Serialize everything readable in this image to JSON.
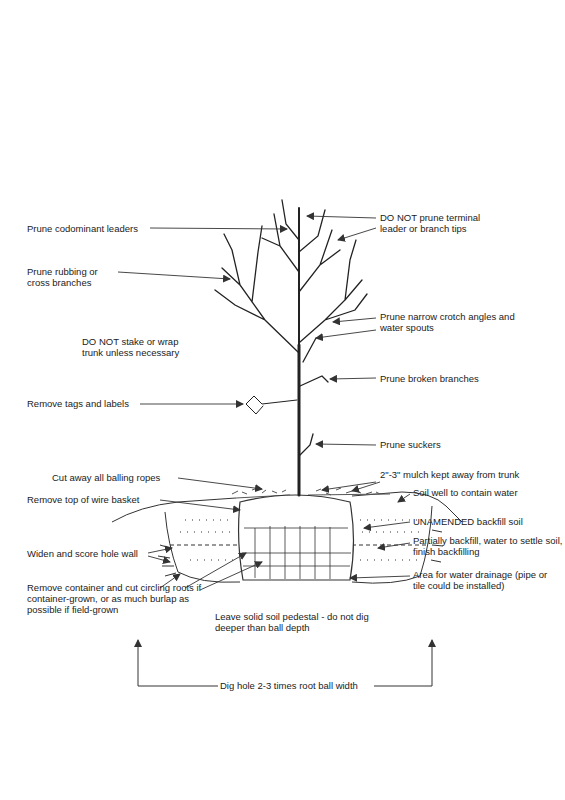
{
  "diagram": {
    "labels": [
      "Prune codominant leaders",
      "DO NOT prune terminal leader or branch tips",
      "Prune rubbing or cross branches",
      "Prune narrow crotch angles and water spouts",
      "DO NOT stake or wrap trunk unless necessary",
      "Prune broken branches",
      "Remove tags and labels",
      "Prune suckers",
      "Cut away all balling ropes",
      "2\"-3\" mulch kept away from trunk",
      "Remove top of wire basket",
      "Soil well to contain water",
      "UNAMENDED backfill soil",
      "Widen and score hole wall",
      "Partially backfill, water to settle soil, finish backfilling",
      "Remove container and cut circling roots if container-grown, or as much burlap as possible if field-grown",
      "Area for water drainage (pipe or tile could be installed)",
      "Leave solid soil pedestal - do not dig deeper than ball depth",
      "Dig hole 2-3 times root ball width"
    ]
  }
}
